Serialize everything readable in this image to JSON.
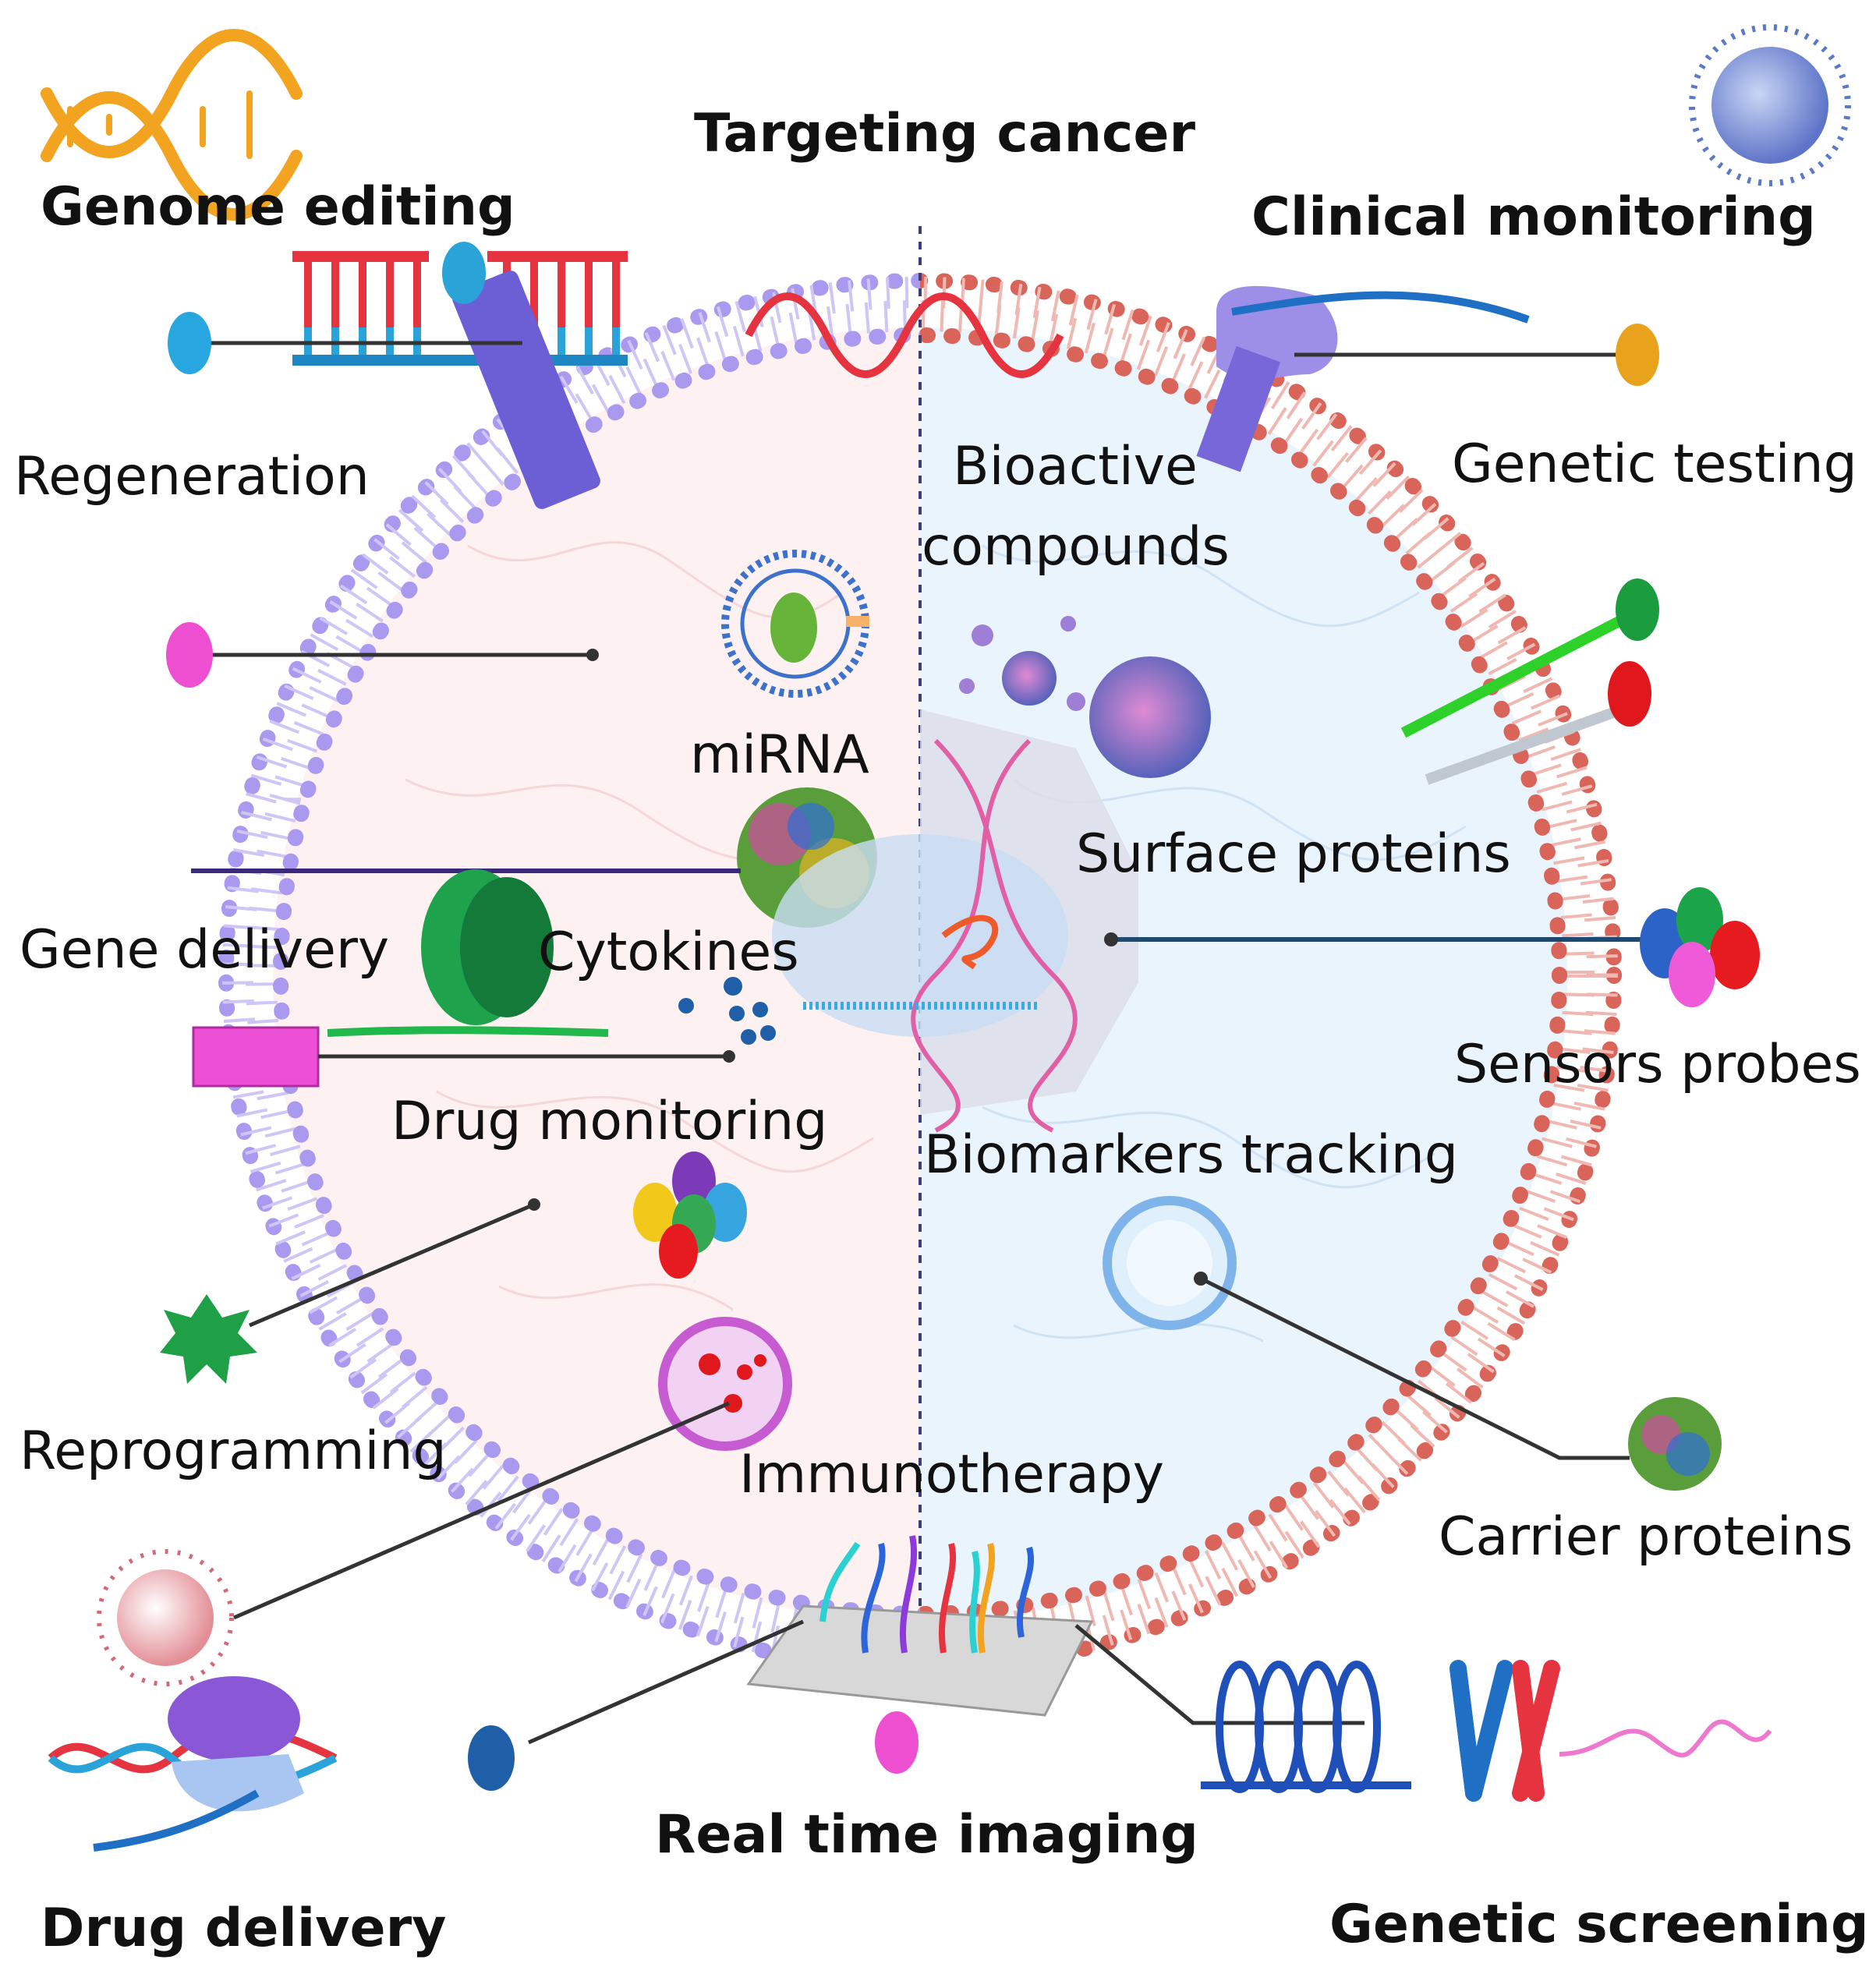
{
  "labels": {
    "targeting_cancer": "Targeting cancer",
    "genome_editing": "Genome editing",
    "clinical_monitoring": "Clinical monitoring",
    "regeneration": "Regeneration",
    "bioactive": "Bioactive",
    "compounds": "compounds",
    "genetic_testing": "Genetic testing",
    "mirna": "miRNA",
    "surface_proteins": "Surface proteins",
    "gene_delivery": "Gene delivery",
    "cytokines": "Cytokines",
    "sensors_probes": "Sensors probes",
    "drug_monitoring": "Drug monitoring",
    "biomarkers_tracking": "Biomarkers tracking",
    "reprogramming": "Reprogramming",
    "immunotherapy": "Immunotherapy",
    "carrier_proteins": "Carrier proteins",
    "real_time_imaging": "Real time imaging",
    "drug_delivery": "Drug delivery",
    "genetic_screening": "Genetic screening"
  },
  "colors": {
    "left_membrane": "#a99af0",
    "right_membrane": "#d9655a",
    "left_fill": "#fdf1f1",
    "right_fill": "#eaf4fd",
    "dna_orange": "#f2a31f",
    "line": "#333333"
  }
}
